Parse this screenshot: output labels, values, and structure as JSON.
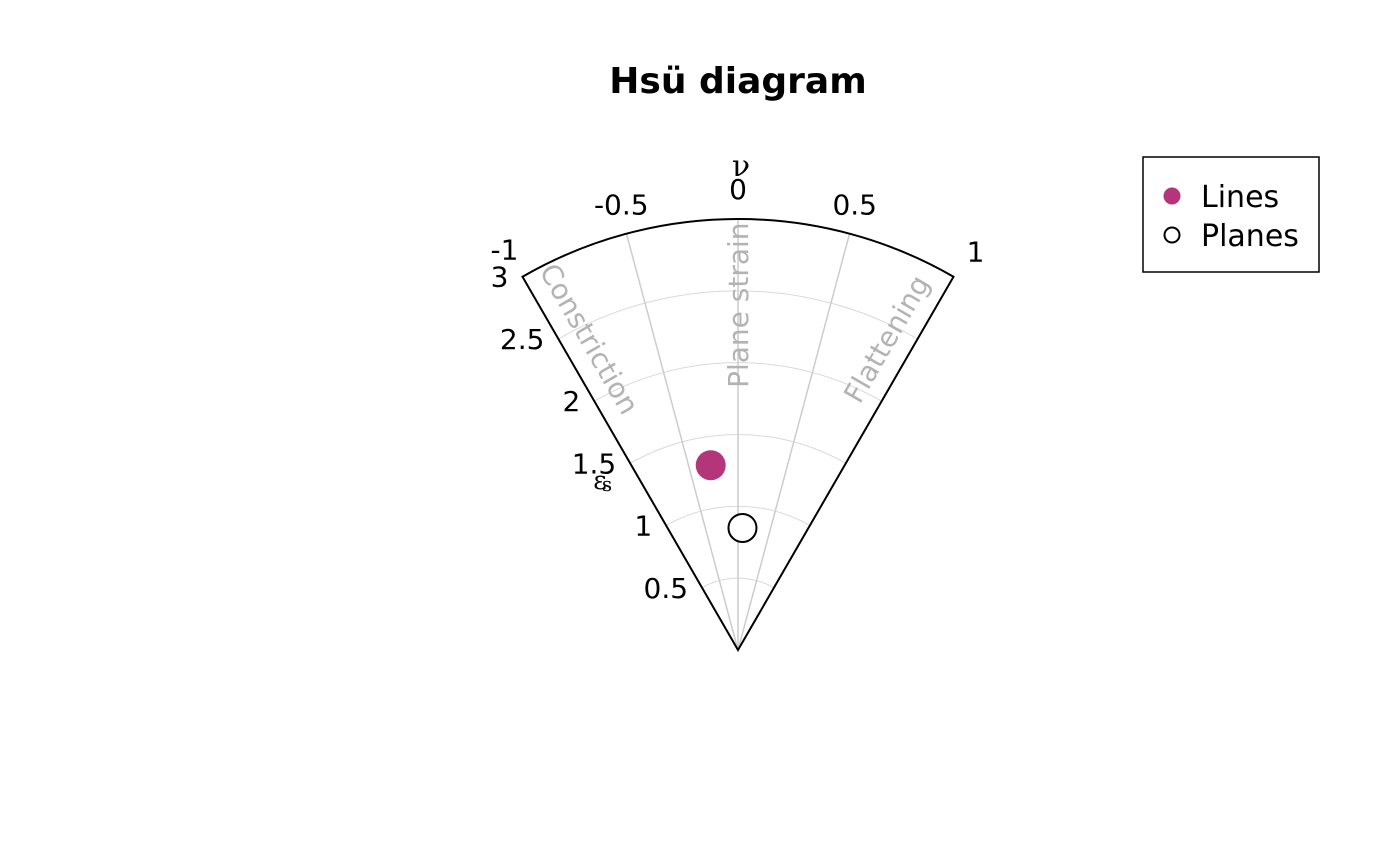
{
  "chart_data": {
    "type": "scatter",
    "projection": "hsu-polar",
    "title": "Hsü diagram",
    "theta_axis": {
      "symbol": "ν",
      "range": [
        -1,
        1
      ],
      "ticks": [
        -1,
        -0.5,
        0,
        0.5,
        1
      ],
      "tick_labels": [
        "-1",
        "-0.5",
        "0",
        "0.5",
        "1"
      ]
    },
    "radial_axis": {
      "symbol": "εs",
      "symbol_base": "ε",
      "symbol_sub": "s",
      "range": [
        0,
        3
      ],
      "ticks": [
        0.5,
        1,
        1.5,
        2,
        2.5,
        3
      ],
      "tick_labels": [
        "0.5",
        "1",
        "1.5",
        "2",
        "2.5",
        "3"
      ]
    },
    "regions": [
      {
        "label": "Constriction",
        "nu": -1
      },
      {
        "label": "Plane strain",
        "nu": 0
      },
      {
        "label": "Flattening",
        "nu": 1
      }
    ],
    "grid": true,
    "series": [
      {
        "name": "Lines",
        "marker": "filled-circle",
        "color": "#b5357b",
        "points": [
          {
            "nu": -0.28,
            "es": 1.3
          }
        ]
      },
      {
        "name": "Planes",
        "marker": "open-circle",
        "color": "#000000",
        "points": [
          {
            "nu": 0.07,
            "es": 0.85
          }
        ]
      }
    ],
    "legend": {
      "position": "top-right",
      "entries": [
        "Lines",
        "Planes"
      ]
    }
  }
}
